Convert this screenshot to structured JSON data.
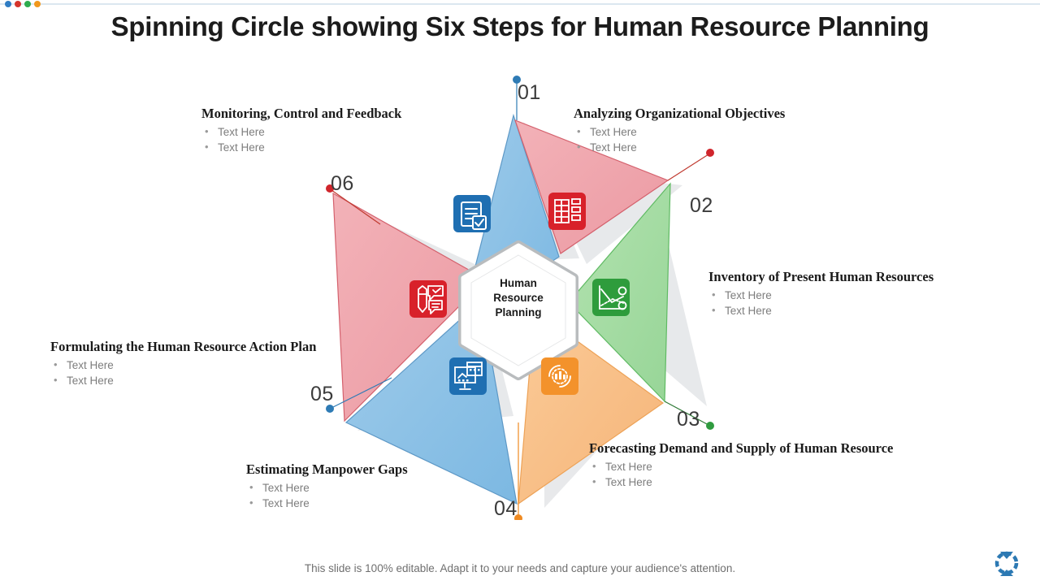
{
  "window": {
    "dots": [
      "blue",
      "red",
      "green",
      "orange"
    ]
  },
  "title": "Spinning Circle showing Six Steps for Human Resource Planning",
  "center": {
    "line1": "Human",
    "line2": "Resource",
    "line3": "Planning"
  },
  "colors": {
    "blade_blue": "#8cc2e8",
    "blade_red": "#f0a8ae",
    "blade_green": "#a8dda8",
    "blade_orange": "#f7c089",
    "icon_blue": "#1f6fb2",
    "icon_red": "#d8212a",
    "icon_green": "#2e9c3c",
    "icon_orange": "#f3922b",
    "marker_blue": "#2e7bb5",
    "marker_red": "#d0252c",
    "marker_green": "#2f9b3f",
    "marker_orange": "#ef8a22",
    "title_color": "#1c1c1c",
    "body_text": "#7d7d7d"
  },
  "steps": [
    {
      "number": "01",
      "heading": "Analyzing Organizational Objectives",
      "bullets": [
        "Text Here",
        "Text Here"
      ],
      "icon": "checklist-icon",
      "color": "red"
    },
    {
      "number": "02",
      "heading": "Inventory of Present Human Resources",
      "bullets": [
        "Text Here",
        "Text Here"
      ],
      "icon": "line-chart-icon",
      "color": "green"
    },
    {
      "number": "03",
      "heading": "Forecasting Demand and Supply of Human Resource",
      "bullets": [
        "Text Here",
        "Text Here"
      ],
      "icon": "cycle-bars-icon",
      "color": "orange"
    },
    {
      "number": "04",
      "heading": "Estimating Manpower Gaps",
      "bullets": [
        "Text Here",
        "Text Here"
      ],
      "icon": "presentation-calendar-icon",
      "color": "blue"
    },
    {
      "number": "05",
      "heading": "Formulating the Human Resource Action Plan",
      "bullets": [
        "Text Here",
        "Text Here"
      ],
      "icon": "pen-feedback-icon",
      "color": "red"
    },
    {
      "number": "06",
      "heading": "Monitoring, Control and Feedback",
      "bullets": [
        "Text Here",
        "Text Here"
      ],
      "icon": "document-check-icon",
      "color": "blue"
    }
  ],
  "footer": {
    "note": "This slide is 100% editable. Adapt it to your needs and capture your audience's attention.",
    "logo": "company-logo-icon"
  }
}
